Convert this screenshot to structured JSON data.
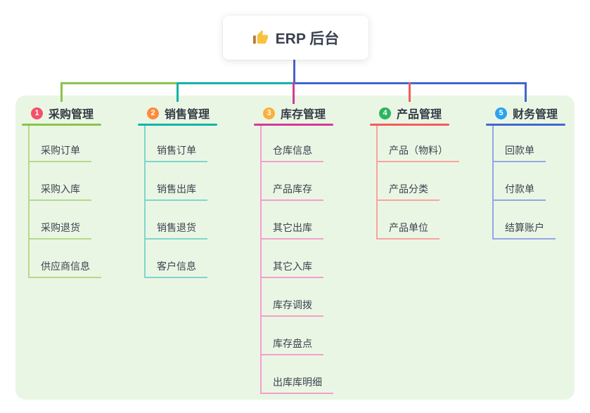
{
  "root": {
    "label": "ERP 后台",
    "icon": "thumbs-up-icon",
    "card_bg": "#ffffff",
    "text_color": "#3a4150"
  },
  "colors": {
    "canvas_bg": "#ffffff",
    "panel_bg": "#eaf6e4",
    "trunk": "#4d63c6",
    "title_text": "#333a45",
    "item_text": "#3c4350"
  },
  "branches": [
    {
      "index": "1",
      "title": "采购管理",
      "color": "#8ac34a",
      "light": "#b5da8c",
      "badge": "#f4506a",
      "items": [
        "采购订单",
        "采购入库",
        "采购退货",
        "供应商信息"
      ]
    },
    {
      "index": "2",
      "title": "销售管理",
      "color": "#14b3a8",
      "light": "#7fd6cb",
      "badge": "#fb8b3d",
      "items": [
        "销售订单",
        "销售出库",
        "销售退货",
        "客户信息"
      ]
    },
    {
      "index": "3",
      "title": "库存管理",
      "color": "#d23a97",
      "light": "#f2a0cc",
      "badge": "#fbb03c",
      "items": [
        "仓库信息",
        "产品库存",
        "其它出库",
        "其它入库",
        "库存调拨",
        "库存盘点",
        "出库库明细"
      ]
    },
    {
      "index": "4",
      "title": "产品管理",
      "color": "#f45b5b",
      "light": "#f9a3a0",
      "badge": "#2eb45f",
      "items": [
        "产品（物料）",
        "产品分类",
        "产品单位"
      ]
    },
    {
      "index": "5",
      "title": "财务管理",
      "color": "#4166d0",
      "light": "#93a7e4",
      "badge": "#2aa3f0",
      "items": [
        "回款单",
        "付款单",
        "结算账户"
      ]
    }
  ]
}
